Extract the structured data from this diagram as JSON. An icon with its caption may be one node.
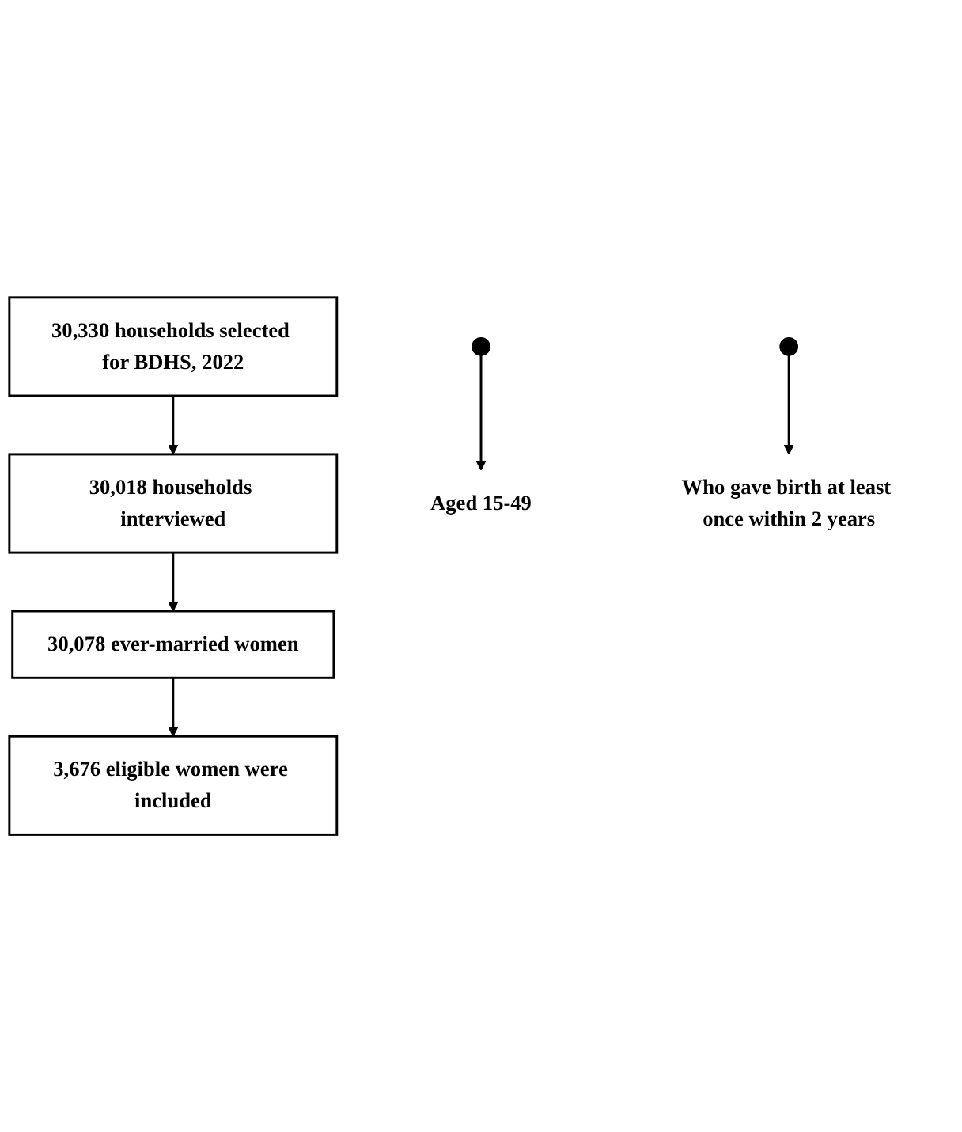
{
  "diagram": {
    "nodes": [
      {
        "text": [
          "30,330 households selected for BDHS, 2022"
        ]
      },
      {
        "text": [
          "30,018 households interviewed"
        ]
      },
      {
        "text": [
          "30,078 ever-married women"
        ]
      },
      {
        "text": [
          "3,676 eligible women were included"
        ]
      },
      {
        "text": [
          "Aged 15-49"
        ]
      },
      {
        "text": [
          "Who gave birth at least once within 2 years"
        ]
      }
    ],
    "edges": [
      {
        "from": 0,
        "to": 1,
        "arrow": "to"
      },
      {
        "from": 1,
        "to": 2,
        "arrow": "to"
      },
      {
        "from": 2,
        "to": 3,
        "arrow": "to"
      },
      {
        "from": null,
        "to": 4,
        "arrow": "to"
      },
      {
        "from": null,
        "to": 5,
        "arrow": "to"
      }
    ]
  }
}
